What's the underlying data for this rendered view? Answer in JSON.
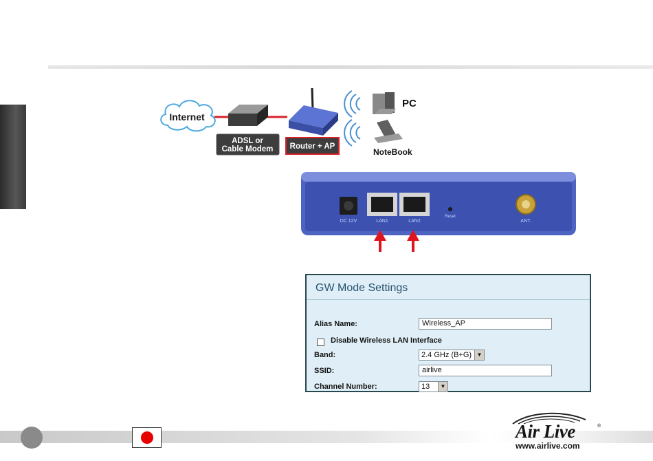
{
  "diagram": {
    "internet_label": "Internet",
    "modem_label_line1": "ADSL or",
    "modem_label_line2": "Cable Modem",
    "router_label": "Router + AP",
    "pc_label": "PC",
    "notebook_label": "NoteBook"
  },
  "panel": {
    "dc_label": "DC 12V",
    "lan1_label": "LAN1",
    "lan2_label": "LAN2",
    "reset_label": "Reset",
    "ant_label": "ANT."
  },
  "gw_settings": {
    "title": "GW Mode Settings",
    "alias_label": "Alias Name:",
    "alias_value": "Wireless_AP",
    "disable_wlan_label": "Disable Wireless LAN Interface",
    "disable_wlan_checked": false,
    "band_label": "Band:",
    "band_value": "2.4 GHz (B+G)",
    "ssid_label": "SSID:",
    "ssid_value": "airlive",
    "channel_label": "Channel Number:",
    "channel_value": "13"
  },
  "footer": {
    "brand": "Air Live",
    "registered": "®",
    "website": "www.airlive.com"
  },
  "colors": {
    "router_blue": "#4e64c2",
    "highlight_red": "#d8202a",
    "settings_bg": "#e0eff7",
    "settings_title": "#275270",
    "flag_red": "#e60000"
  },
  "icons": {
    "cloud": "cloud-icon",
    "modem": "modem-icon",
    "router": "router-icon",
    "pc": "desktop-pc-icon",
    "notebook": "laptop-icon",
    "wifi": "wireless-waves-icon",
    "arrows": "up-arrow-icon"
  }
}
